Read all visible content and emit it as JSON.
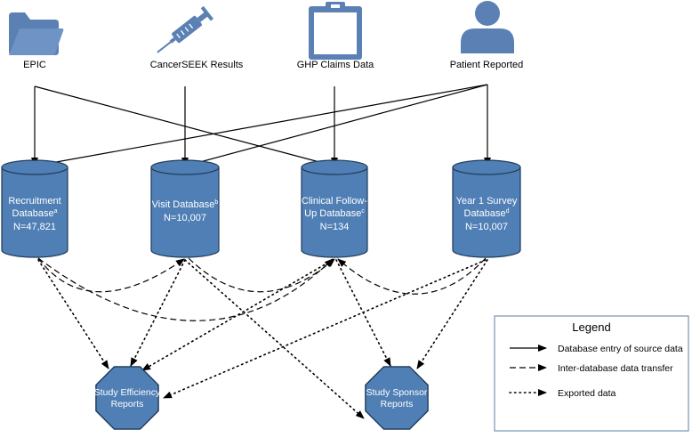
{
  "colors": {
    "icon": "#5b80b4",
    "node_fill": "#4f7fb5",
    "node_stroke": "#1f3a5a",
    "line": "#000000",
    "legend_border": "#5b7fa7"
  },
  "sources": [
    {
      "label": "EPIC",
      "icon": "folder-icon"
    },
    {
      "label": "CancerSEEK Results",
      "icon": "syringe-icon"
    },
    {
      "label": "GHP Claims Data",
      "icon": "clipboard-icon"
    },
    {
      "label": "Patient Reported",
      "icon": "person-icon"
    }
  ],
  "databases": [
    {
      "lines": [
        {
          "text": "Recruitment",
          "sup": ""
        },
        {
          "text": "Database",
          "sup": "a"
        },
        {
          "text": "N=47,821",
          "sup": ""
        }
      ]
    },
    {
      "lines": [
        {
          "text": "Visit Database",
          "sup": "b"
        },
        {
          "text": "N=10,007",
          "sup": ""
        }
      ]
    },
    {
      "lines": [
        {
          "text": "Clinical Follow-",
          "sup": ""
        },
        {
          "text": "Up Database",
          "sup": "c"
        },
        {
          "text": "N=134",
          "sup": ""
        }
      ]
    },
    {
      "lines": [
        {
          "text": "Year 1 Survey",
          "sup": ""
        },
        {
          "text": "Database",
          "sup": "d"
        },
        {
          "text": "N=10,007",
          "sup": ""
        }
      ]
    }
  ],
  "reports": [
    {
      "lines": [
        "Study Efficiency",
        "Reports"
      ]
    },
    {
      "lines": [
        "Study Sponsor",
        "Reports"
      ]
    }
  ],
  "legend": {
    "title": "Legend",
    "items": [
      {
        "style": "solid",
        "label": "Database entry of source data"
      },
      {
        "style": "dashed",
        "label": "Inter-database data transfer"
      },
      {
        "style": "dotted",
        "label": "Exported data"
      }
    ]
  }
}
